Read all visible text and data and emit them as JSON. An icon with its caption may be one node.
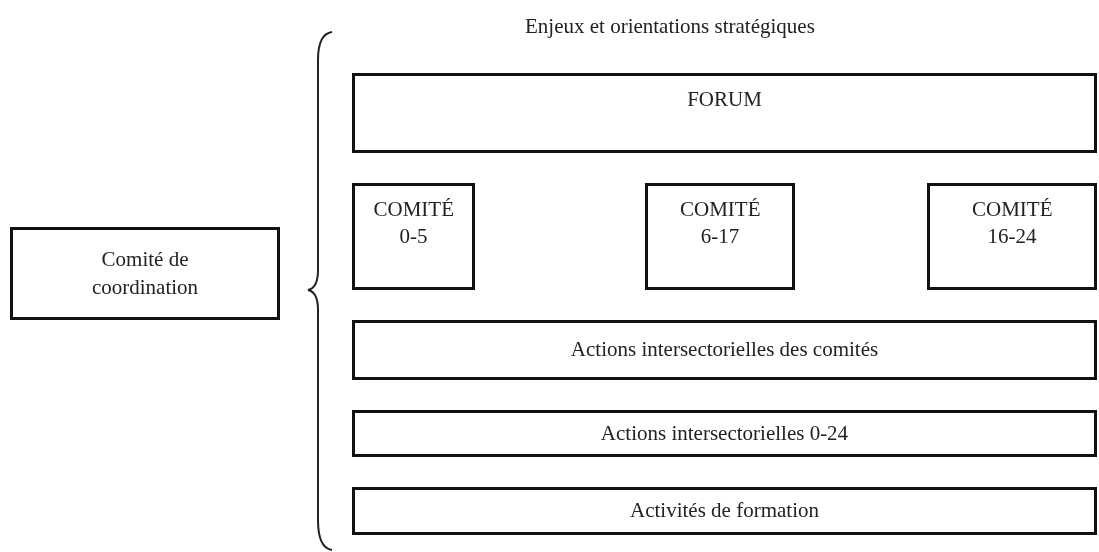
{
  "diagram": {
    "nodes": [
      {
        "text": [
          "Comité de coordination"
        ]
      },
      {
        "text": [
          "FORUM"
        ]
      },
      {
        "text": [
          "COMITÉ 0-5"
        ]
      },
      {
        "text": [
          "COMITÉ 6-17"
        ]
      },
      {
        "text": [
          "COMITÉ 16-24"
        ]
      },
      {
        "text": [
          "Actions intersectorielles des comités"
        ]
      },
      {
        "text": [
          "Actions intersectorielles 0-24"
        ]
      },
      {
        "text": [
          "Activités de formation"
        ]
      }
    ],
    "labels": [
      "Enjeux et orientations stratégiques"
    ]
  }
}
